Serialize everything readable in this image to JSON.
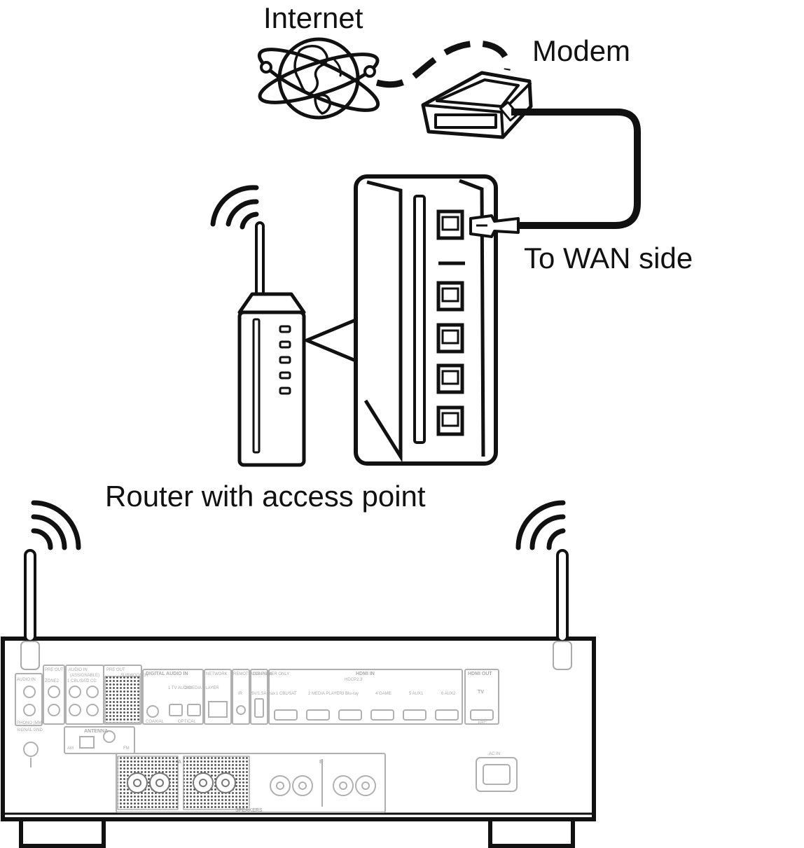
{
  "labels": {
    "internet": "Internet",
    "modem": "Modem",
    "wan": "To WAN side",
    "router": "Router with access point"
  },
  "panel": {
    "audio_in": "AUDIO IN",
    "zone2": "ZONE2",
    "pre_out_1": "PRE OUT",
    "audio_in_2": "AUDIO IN",
    "assignable": "(ASSIGNABLE)",
    "cbl_sat": "1 CBL/SAT",
    "cd": "2 CD",
    "pre_out_2": "PRE OUT",
    "subwoofer": "SUBWOOFER",
    "digital_audio_in": "DIGITAL AUDIO IN",
    "coaxial": "COAXIAL",
    "optical": "OPTICAL",
    "tv_audio": "1 TV AUDIO",
    "media_player": "2 MEDIA PLAYER",
    "network": "NETWORK",
    "remote_control": "REMOTE CONTROL",
    "ir_in": "IR",
    "usb": "USB POWER ONLY",
    "usb_rating": "5V/1.5A max",
    "hdmi_in": "HDMI IN",
    "hdcp": "HDCP2.3",
    "hdmi_inputs": [
      "1 CBL/SAT",
      "2 MEDIA PLAYER",
      "3 Blu-ray",
      "4 GAME",
      "5 AUX1",
      "6 AUX2"
    ],
    "hdmi_out": "HDMI OUT",
    "tv": "TV",
    "arc": "ARC",
    "antenna": "ANTENNA",
    "am": "AM",
    "fm": "FM",
    "signal_gnd": "SIGNAL GND",
    "phono": "PHONO (MM)",
    "speakers": "SPEAKERS",
    "speaker_a": "A",
    "speaker_b": "B",
    "ac_in": "AC IN"
  }
}
